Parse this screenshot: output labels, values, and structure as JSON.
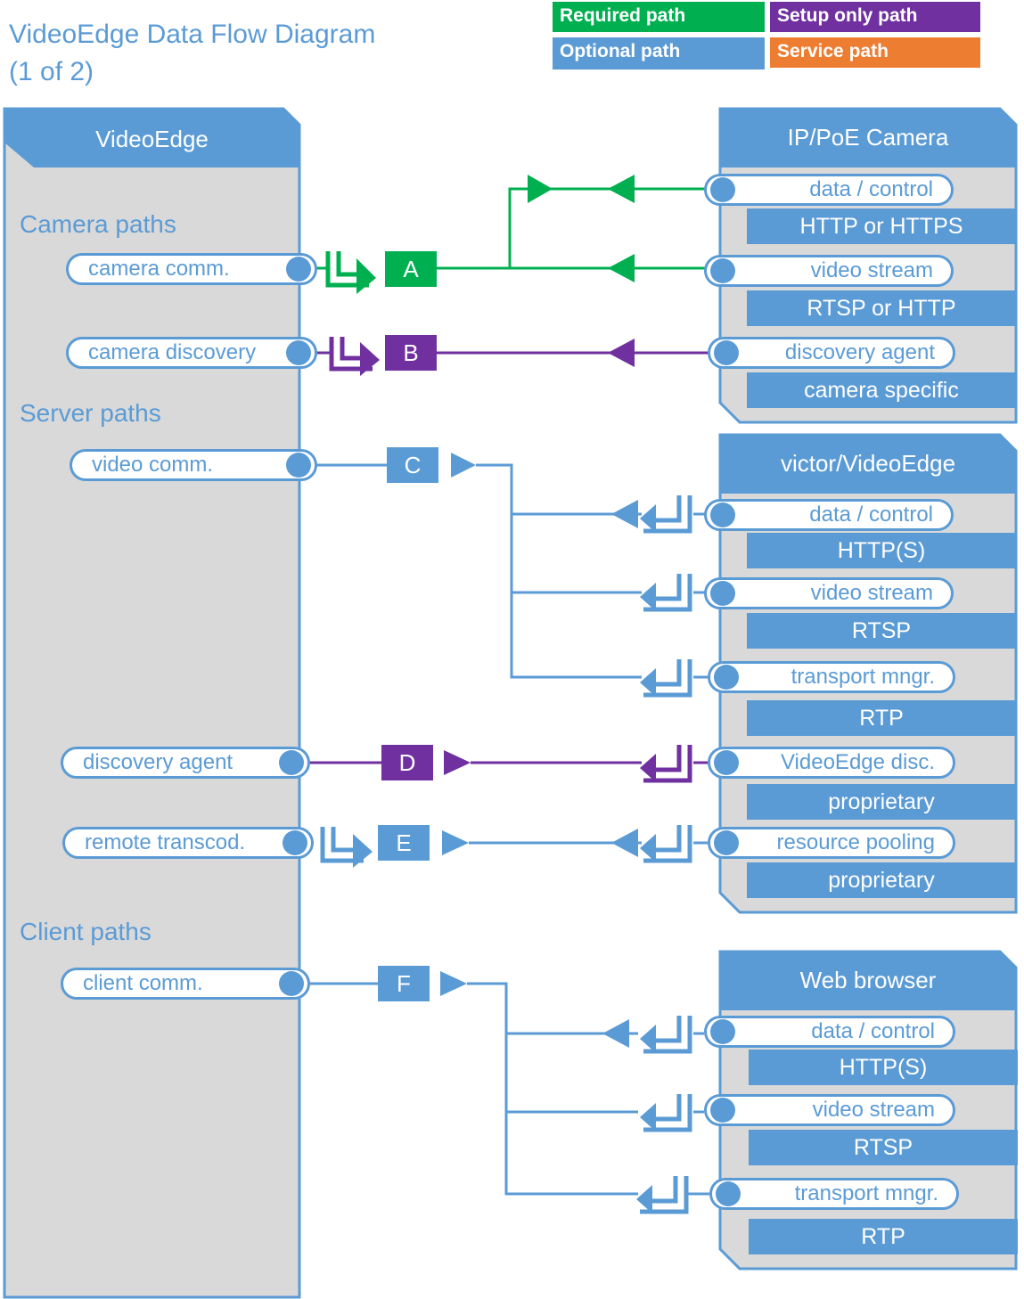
{
  "title": {
    "line1": "VideoEdge Data Flow Diagram",
    "line2": "(1 of 2)"
  },
  "legend": {
    "required": "Required path",
    "setup": "Setup only path",
    "optional": "Optional path",
    "service": "Service path"
  },
  "colors": {
    "required": "#00b050",
    "setup": "#7030a0",
    "optional": "#5b9bd5",
    "service": "#ed7d31",
    "panel_fill": "#d9d9d9",
    "panel_header": "#5b9bd5"
  },
  "videoedge": {
    "header": "VideoEdge",
    "sections": {
      "camera": "Camera paths",
      "server": "Server paths",
      "client": "Client paths"
    },
    "ports": {
      "camera_comm": "camera comm.",
      "camera_discovery": "camera discovery",
      "video_comm": "video comm.",
      "discovery_agent": "discovery agent",
      "remote_transcod": "remote transcod.",
      "client_comm": "client comm."
    }
  },
  "camera": {
    "header": "IP/PoE Camera",
    "ports": [
      {
        "label": "data / control",
        "protocol": "HTTP or HTTPS"
      },
      {
        "label": "video stream",
        "protocol": "RTSP or HTTP"
      },
      {
        "label": "discovery agent",
        "protocol": "camera specific"
      }
    ]
  },
  "victor": {
    "header": "victor/VideoEdge",
    "ports": [
      {
        "label": "data / control",
        "protocol": "HTTP(S)"
      },
      {
        "label": "video stream",
        "protocol": "RTSP"
      },
      {
        "label": "transport mngr.",
        "protocol": "RTP"
      },
      {
        "label": "VideoEdge disc.",
        "protocol": "proprietary"
      },
      {
        "label": "resource pooling",
        "protocol": "proprietary"
      }
    ]
  },
  "browser": {
    "header": "Web browser",
    "ports": [
      {
        "label": "data / control",
        "protocol": "HTTP(S)"
      },
      {
        "label": "video stream",
        "protocol": "RTSP"
      },
      {
        "label": "transport mngr.",
        "protocol": "RTP"
      }
    ]
  },
  "paths": {
    "A": "A",
    "B": "B",
    "C": "C",
    "D": "D",
    "E": "E",
    "F": "F"
  }
}
